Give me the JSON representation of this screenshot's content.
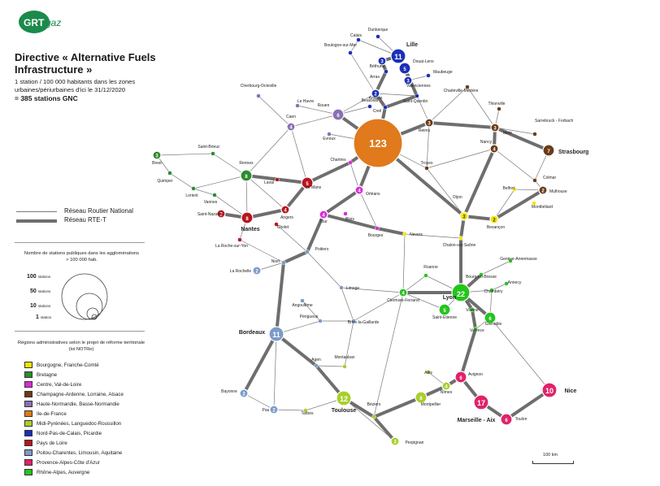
{
  "brand": {
    "logo_text": "GRTgaz",
    "logo_prefix": "GRT",
    "logo_suffix": "gaz",
    "color": "#1b8a4a"
  },
  "title": "Directive « Alternative Fuels Infrastructure »",
  "subtitle_lines": [
    "1 station / 100 000 habitants dans les zones",
    "urbaines/périurbaines d'ici le 31/12/2020"
  ],
  "total": "= 385 stations GNC",
  "legend": {
    "national_road": "Réseau Routier National",
    "rte_t": "Réseau RTE-T"
  },
  "sizes": {
    "caption": "Nombre de stations publiques dans les agglomérations > 100 000 hab.",
    "unit": "stations",
    "items": [
      {
        "value": "100"
      },
      {
        "value": "50"
      },
      {
        "value": "10"
      },
      {
        "value": "1",
        "unit": "station"
      }
    ]
  },
  "regions": {
    "caption": "Régions administratives selon le projet de réforme territoriale (loi NOTRe)",
    "items": [
      {
        "label": "Bourgogne, Franche-Comté",
        "color": "#f2e600"
      },
      {
        "label": "Bretagne",
        "color": "#2e8b2e"
      },
      {
        "label": "Centre, Val-de-Loire",
        "color": "#d92cd9"
      },
      {
        "label": "Champagne-Ardenne, Lorraine, Alsace",
        "color": "#6b3a1a"
      },
      {
        "label": "Haute-Normandie, Basse-Normandie",
        "color": "#8a6fb5"
      },
      {
        "label": "Ile-de-France",
        "color": "#e07a1c"
      },
      {
        "label": "Midi-Pyrénées, Languedoc-Roussillon",
        "color": "#a8cf2a"
      },
      {
        "label": "Nord-Pas-de-Calais, Picardie",
        "color": "#1b2fb8"
      },
      {
        "label": "Pays de Loire",
        "color": "#b8151e"
      },
      {
        "label": "Poitou-Charentes, Limousin, Aquitaine",
        "color": "#7b9bc9"
      },
      {
        "label": "Provence-Alpes-Côte d'Azur",
        "color": "#e0226a"
      },
      {
        "label": "Rhône-Alpes, Auvergne",
        "color": "#25c41d"
      }
    ]
  },
  "scale": "100 km",
  "cities": [
    {
      "name": "Dunkerque",
      "n": "1",
      "region": "nord"
    },
    {
      "name": "Calais",
      "n": "1",
      "region": "nord"
    },
    {
      "name": "Lille",
      "n": "11",
      "region": "nord"
    },
    {
      "name": "Boulogne-sur-Mer",
      "n": "1",
      "region": "nord"
    },
    {
      "name": "Béthune",
      "n": "3",
      "region": "nord"
    },
    {
      "name": "Arras",
      "n": "1",
      "region": "nord"
    },
    {
      "name": "Douai-Lens",
      "n": "5",
      "region": "nord"
    },
    {
      "name": "Valenciennes",
      "n": "3",
      "region": "nord"
    },
    {
      "name": "Maubeuge",
      "n": "1",
      "region": "nord"
    },
    {
      "name": "Amiens",
      "n": "2",
      "region": "nord"
    },
    {
      "name": "Saint-Quentin",
      "n": "1",
      "region": "nord"
    },
    {
      "name": "Creil",
      "n": "1",
      "region": "nord"
    },
    {
      "name": "Beauvais",
      "n": "1",
      "region": "nord"
    },
    {
      "name": "Charleville-Mézière",
      "n": "1",
      "region": "grandest"
    },
    {
      "name": "Reims",
      "n": "3",
      "region": "grandest"
    },
    {
      "name": "Thionville",
      "n": "1",
      "region": "grandest"
    },
    {
      "name": "Metz",
      "n": "3",
      "region": "grandest"
    },
    {
      "name": "Nancy",
      "n": "4",
      "region": "grandest"
    },
    {
      "name": "Sarrebruck - Forbach",
      "n": "1",
      "region": "grandest"
    },
    {
      "name": "Strasbourg",
      "n": "7",
      "region": "grandest"
    },
    {
      "name": "Troyes",
      "n": "1",
      "region": "grandest"
    },
    {
      "name": "Colmar",
      "n": "1",
      "region": "grandest"
    },
    {
      "name": "Mulhouse",
      "n": "2",
      "region": "grandest"
    },
    {
      "name": "Le Havre",
      "n": "1",
      "region": "normandie"
    },
    {
      "name": "Rouen",
      "n": "6",
      "region": "normandie"
    },
    {
      "name": "Caen",
      "n": "4",
      "region": "normandie"
    },
    {
      "name": "Evreux",
      "n": "1",
      "region": "normandie"
    },
    {
      "name": "Cherbourg-Octeville",
      "n": "1",
      "region": "normandie"
    },
    {
      "name": "Paris",
      "n": "123",
      "region": "idf"
    },
    {
      "name": "Chartres",
      "n": "1",
      "region": "centre"
    },
    {
      "name": "Orléans",
      "n": "4",
      "region": "centre"
    },
    {
      "name": "Tour",
      "n": "4",
      "region": "centre"
    },
    {
      "name": "Blois",
      "n": "1",
      "region": "centre"
    },
    {
      "name": "Bourges",
      "n": "1",
      "region": "centre"
    },
    {
      "name": "Brest",
      "n": "3",
      "region": "bretagne"
    },
    {
      "name": "Quimper",
      "n": "1",
      "region": "bretagne"
    },
    {
      "name": "Saint-Brieuc",
      "n": "1",
      "region": "bretagne"
    },
    {
      "name": "Rennes",
      "n": "8",
      "region": "bretagne"
    },
    {
      "name": "Lorient",
      "n": "1",
      "region": "bretagne"
    },
    {
      "name": "Vannes",
      "n": "1",
      "region": "bretagne"
    },
    {
      "name": "Laval",
      "n": "1",
      "region": "pdl"
    },
    {
      "name": "Le Mans",
      "n": "5",
      "region": "pdl"
    },
    {
      "name": "Angers",
      "n": "4",
      "region": "pdl"
    },
    {
      "name": "Nantes",
      "n": "8",
      "region": "pdl"
    },
    {
      "name": "Saint-Nazaire",
      "n": "2",
      "region": "pdl"
    },
    {
      "name": "Cholet",
      "n": "1",
      "region": "pdl"
    },
    {
      "name": "La Roche-sur-Yon",
      "n": "1",
      "region": "pdl"
    },
    {
      "name": "Dijon",
      "n": "3",
      "region": "bfc"
    },
    {
      "name": "Besançon",
      "n": "2",
      "region": "bfc"
    },
    {
      "name": "Belfort",
      "n": "1",
      "region": "bfc"
    },
    {
      "name": "Montbéliard",
      "n": "1",
      "region": "bfc"
    },
    {
      "name": "Nevers",
      "n": "1",
      "region": "bfc"
    },
    {
      "name": "Chalon-sur-Saône",
      "n": "1",
      "region": "bfc"
    },
    {
      "name": "Poitiers",
      "n": "1",
      "region": "aquitaine"
    },
    {
      "name": "Niort",
      "n": "1",
      "region": "aquitaine"
    },
    {
      "name": "La Rochelle",
      "n": "2",
      "region": "aquitaine"
    },
    {
      "name": "Limoge",
      "n": "1",
      "region": "aquitaine"
    },
    {
      "name": "Angoulême",
      "n": "1",
      "region": "aquitaine"
    },
    {
      "name": "Périgueux",
      "n": "1",
      "region": "aquitaine"
    },
    {
      "name": "Brive-la-Gaillarde",
      "n": "1",
      "region": "aquitaine"
    },
    {
      "name": "Bordeaux",
      "n": "11",
      "region": "aquitaine"
    },
    {
      "name": "Agen",
      "n": "1",
      "region": "aquitaine"
    },
    {
      "name": "Bayonne",
      "n": "2",
      "region": "aquitaine"
    },
    {
      "name": "Pau",
      "n": "2",
      "region": "aquitaine"
    },
    {
      "name": "Roanne",
      "n": "1",
      "region": "ra"
    },
    {
      "name": "Bourg-en-Bresse",
      "n": "1",
      "region": "ra"
    },
    {
      "name": "Genève-Annemasse",
      "n": "1",
      "region": "ra"
    },
    {
      "name": "Annecy",
      "n": "1",
      "region": "ra"
    },
    {
      "name": "Chambéry",
      "n": "1",
      "region": "ra"
    },
    {
      "name": "Clermont-Ferrand",
      "n": "4",
      "region": "ra"
    },
    {
      "name": "Lyon",
      "n": "22",
      "region": "ra"
    },
    {
      "name": "Saint-Etienne",
      "n": "5",
      "region": "ra"
    },
    {
      "name": "Vienne",
      "n": "1",
      "region": "ra"
    },
    {
      "name": "Grenoble",
      "n": "6",
      "region": "ra"
    },
    {
      "name": "Valence",
      "n": "1",
      "region": "ra"
    },
    {
      "name": "Montauban",
      "n": "1",
      "region": "mp"
    },
    {
      "name": "Toulouse",
      "n": "12",
      "region": "mp"
    },
    {
      "name": "Tarbes",
      "n": "1",
      "region": "mp"
    },
    {
      "name": "Montpellier",
      "n": "8",
      "region": "mp"
    },
    {
      "name": "Nîmes",
      "n": "4",
      "region": "mp"
    },
    {
      "name": "Béziers",
      "n": "1",
      "region": "mp"
    },
    {
      "name": "Perpignan",
      "n": "3",
      "region": "mp"
    },
    {
      "name": "Alès",
      "n": "1",
      "region": "mp"
    },
    {
      "name": "Avignon",
      "n": "6",
      "region": "paca"
    },
    {
      "name": "Marseille - Aix",
      "n": "17",
      "region": "paca"
    },
    {
      "name": "Toulon",
      "n": "6",
      "region": "paca"
    },
    {
      "name": "Nice",
      "n": "10",
      "region": "paca"
    }
  ]
}
